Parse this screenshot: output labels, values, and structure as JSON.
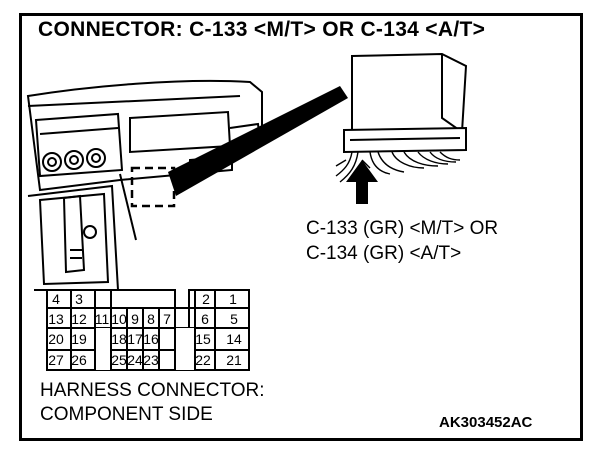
{
  "title": "CONNECTOR: C-133 <M/T> OR C-134 <A/T>",
  "callout": {
    "line1": "C-133 (GR) <M/T> OR",
    "line2": "C-134 (GR) <A/T>"
  },
  "harness": {
    "line1": "HARNESS CONNECTOR:",
    "line2": "COMPONENT SIDE"
  },
  "code": "AK303452AC",
  "pins": [
    "1",
    "2",
    "3",
    "4",
    "5",
    "6",
    "7",
    "8",
    "9",
    "10",
    "11",
    "12",
    "13",
    "14",
    "15",
    "16",
    "17",
    "18",
    "19",
    "20",
    "21",
    "22",
    "23",
    "24",
    "25",
    "26",
    "27"
  ],
  "icons": [
    "dashboard-illustration",
    "ecu-module",
    "pointer-arrow",
    "connector-face"
  ]
}
